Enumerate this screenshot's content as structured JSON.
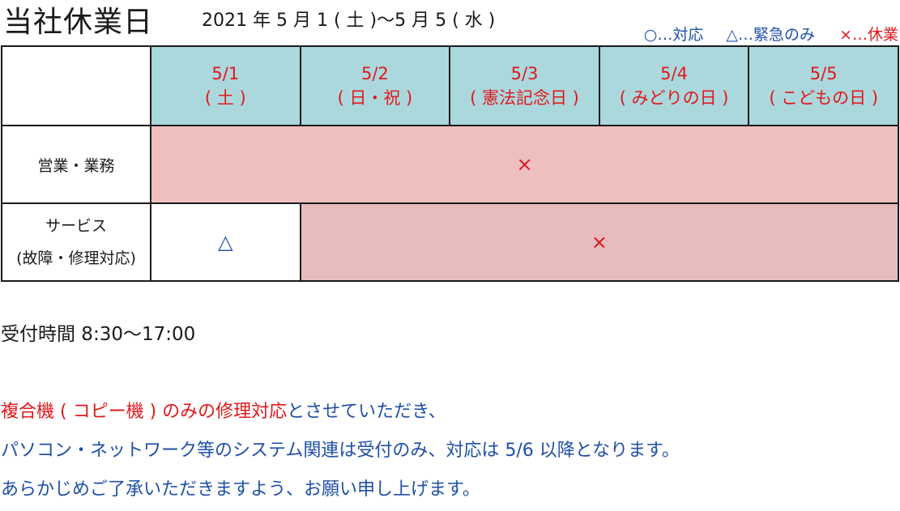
{
  "title": "当社休業日",
  "date_range": "2021 年 5 月 1 ( 土 )〜5 月 5 ( 水 )",
  "legend": {
    "available": "○…対応",
    "emergency": "△…緊急のみ",
    "closed": "×…休業"
  },
  "colors": {
    "header_bg": "#abd8dd",
    "closed_bg": "#edbfbf",
    "red": "#e0181c",
    "blue": "#1f4fa8"
  },
  "days": [
    {
      "date": "5/1",
      "name": "( 土 )"
    },
    {
      "date": "5/2",
      "name": "( 日・祝 )"
    },
    {
      "date": "5/3",
      "name": "( 憲法記念日 )"
    },
    {
      "date": "5/4",
      "name": "( みどりの日 )"
    },
    {
      "date": "5/5",
      "name": "( こどもの日 )"
    }
  ],
  "rows": {
    "sales": {
      "label": "営業・業務",
      "mark": "×"
    },
    "service": {
      "label_line1": "サービス",
      "label_line2": "(故障・修理対応)",
      "first_day_mark": "△",
      "rest_mark": "×"
    }
  },
  "hours": "受付時間  8:30〜17:00",
  "notice": {
    "line1_red": "複合機 ( コピー機 ) のみの修理対応",
    "line1_rest": "とさせていただき、",
    "line2": "パソコン・ネットワーク等のシステム関連は受付のみ、対応は 5/6 以降となります。",
    "line3": "あらかじめご了承いただきますよう、お願い申し上げます。"
  }
}
